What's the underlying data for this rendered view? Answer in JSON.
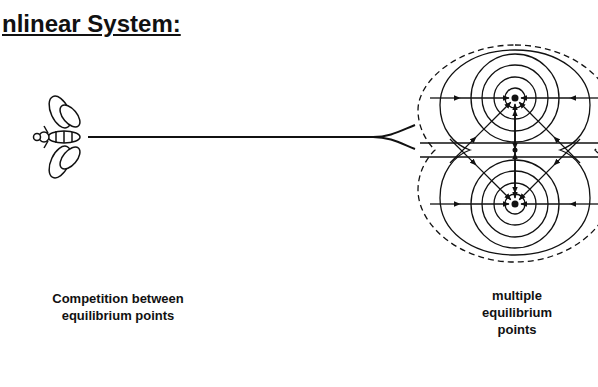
{
  "diagram": {
    "title": "nlinear System:",
    "labels": [
      "Competition between equilibrium points",
      "multiple equilibrium points"
    ]
  }
}
